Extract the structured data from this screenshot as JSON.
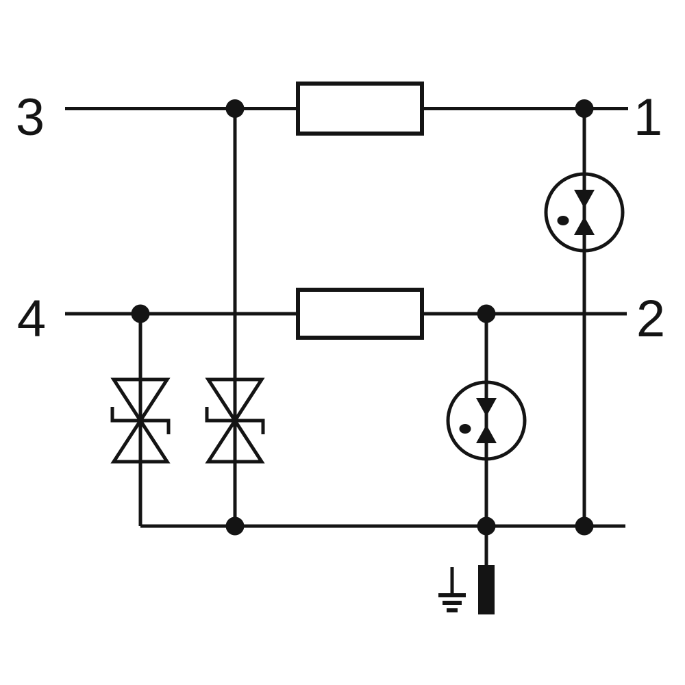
{
  "colors": {
    "background": "#ffffff",
    "ink": "#141414"
  },
  "terminals": {
    "top_left": "3",
    "bottom_left": "4",
    "top_right": "1",
    "bottom_right": "2"
  },
  "components": {
    "resistor_top": "resistor",
    "resistor_bottom": "resistor",
    "arrester_right": "gas-discharge-tube",
    "arrester_center": "gas-discharge-tube",
    "suppressor_left": "bidirectional-suppressor-diode",
    "suppressor_mid": "bidirectional-suppressor-diode",
    "ground": "earth-ground",
    "pe_bar": "terminal-bar"
  }
}
